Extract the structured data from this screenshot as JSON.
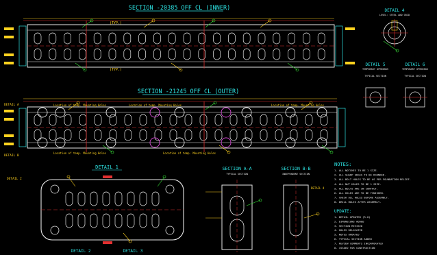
{
  "titles": {
    "section_inner": "SECTION -20385 OFF CL (INNER)",
    "section_outer": "SECTION -21245 OFF CL (OUTER)",
    "detail_4": "DETAIL 4",
    "detail_4_sub": "LEVEL: STEEL AND GRID",
    "detail_5": "DETAIL 5",
    "detail_6": "DETAIL 6",
    "detail_1": "DETAIL 1",
    "detail_2": "DETAIL 2",
    "detail_3": "DETAIL 3",
    "section_aa": "SECTION A-A",
    "section_bb": "SECTION B-B",
    "section_aa_sub": "TYPICAL SECTION",
    "section_bb_sub": "INDEPENDENT SECTION",
    "notes": "NOTES:",
    "legend": "UPDATE:"
  },
  "annotations": {
    "typ": "(TYP.)",
    "temp_hole": "Location of temp. Mounting Holes",
    "detail_ref_a": "DETAIL A",
    "detail_ref_b": "DETAIL B",
    "detail_ref_2": "DETAIL 2",
    "detail_ref_3": "DETAIL 3",
    "detail_ref_4": "DETAIL 4",
    "detail_5_sub1": "TEMPORARY OPENINGS",
    "detail_5_sub2": "TYPICAL SECTION",
    "detail_6_sub1": "TEMPORARY OPENINGS",
    "detail_6_sub2": "TYPICAL SECTION"
  },
  "notes": [
    "1. ALL NOTCHES TO BE 1 SIZE.",
    "2. ALL SHARP EDGES TO BE ROUNDED.",
    "3. ALL BOLT HOLES TO BE AS PER FOUNDATION RELIEF.",
    "4. ALL NUT HOLES TO BE 1 SIZE.",
    "5. ALL BOLTS ARE IN CONTACT.",
    "6. ALL HOLES ARE TO BE FINISHED.",
    "7. CHECK ALL HOLES BEFORE ASSEMBLY.",
    "8. DRILL HOLES AFTER ASSEMBLY."
  ],
  "update_notes": [
    "1. DETAIL UPDATED (R.0)",
    "2. DIMENSIONS ADDED",
    "3. SECTION REVISED",
    "4. HOLES RELOCATED",
    "5. NOTES UPDATED",
    "6. TYPICAL SECTION ADDED",
    "7. REVIEW COMMENTS INCORPORATED",
    "8. ISSUED FOR CONSTRUCTION"
  ],
  "colors": {
    "background": "#000000",
    "outline": "#e9e9e9",
    "title": "#2ee6e6",
    "dimension": "#ffd21f",
    "highlight": "#e23030",
    "annotation": "#39e639",
    "magenta": "#d94cd9"
  }
}
